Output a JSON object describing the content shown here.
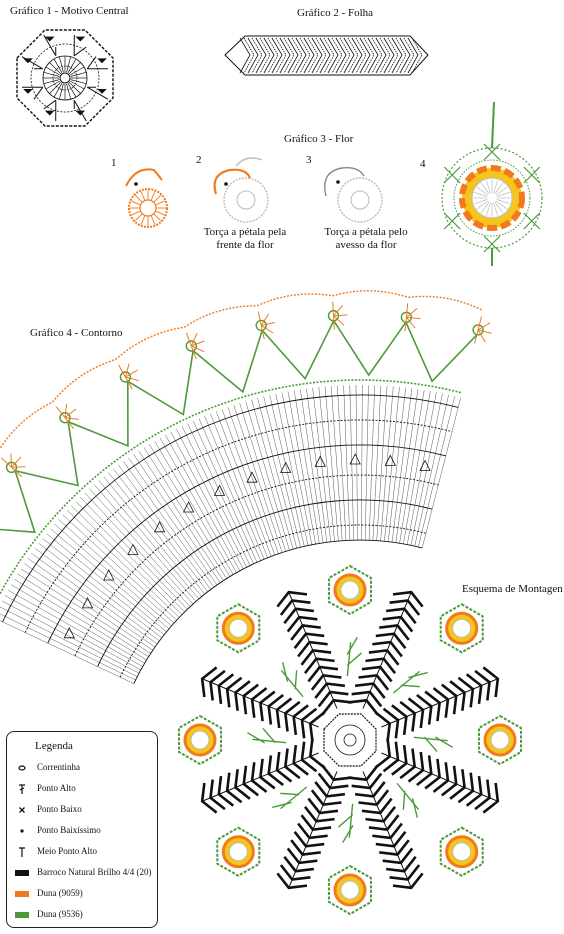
{
  "titles": {
    "chart1": "Gráfico 1 - Motivo Central",
    "chart2": "Gráfico 2 - Folha",
    "chart3": "Gráfico 3 - Flor",
    "chart4": "Gráfico 4 - Contorno",
    "assembly": "Esquema de Montagen"
  },
  "flower_steps": {
    "step1": "1",
    "step2": "2",
    "step3": "3",
    "step4": "4",
    "caption2": "Torça a pétala pela frente da flor",
    "caption3": "Torça a pétala pelo avesso da flor"
  },
  "legend": {
    "title": "Legenda",
    "items": [
      {
        "label": "Correntinha",
        "icon": "chain-stitch-icon"
      },
      {
        "label": "Ponto Alto",
        "icon": "double-crochet-icon"
      },
      {
        "label": "Ponto Baixo",
        "icon": "single-crochet-icon"
      },
      {
        "label": "Ponto Baixíssimo",
        "icon": "slip-stitch-icon"
      },
      {
        "label": "Meio Ponto Alto",
        "icon": "half-double-crochet-icon"
      },
      {
        "label": "Barroco Natural Brilho 4/4 (20)",
        "color": "#111111"
      },
      {
        "label": "Duna (9059)",
        "color": "#f07a1e"
      },
      {
        "label": "Duna (9536)",
        "color": "#4c9a3a"
      }
    ]
  },
  "colors": {
    "black": "#111111",
    "orange": "#f07a1e",
    "green": "#4c9a3a",
    "yellow": "#f6c51c",
    "grey": "#bdbdbd"
  }
}
